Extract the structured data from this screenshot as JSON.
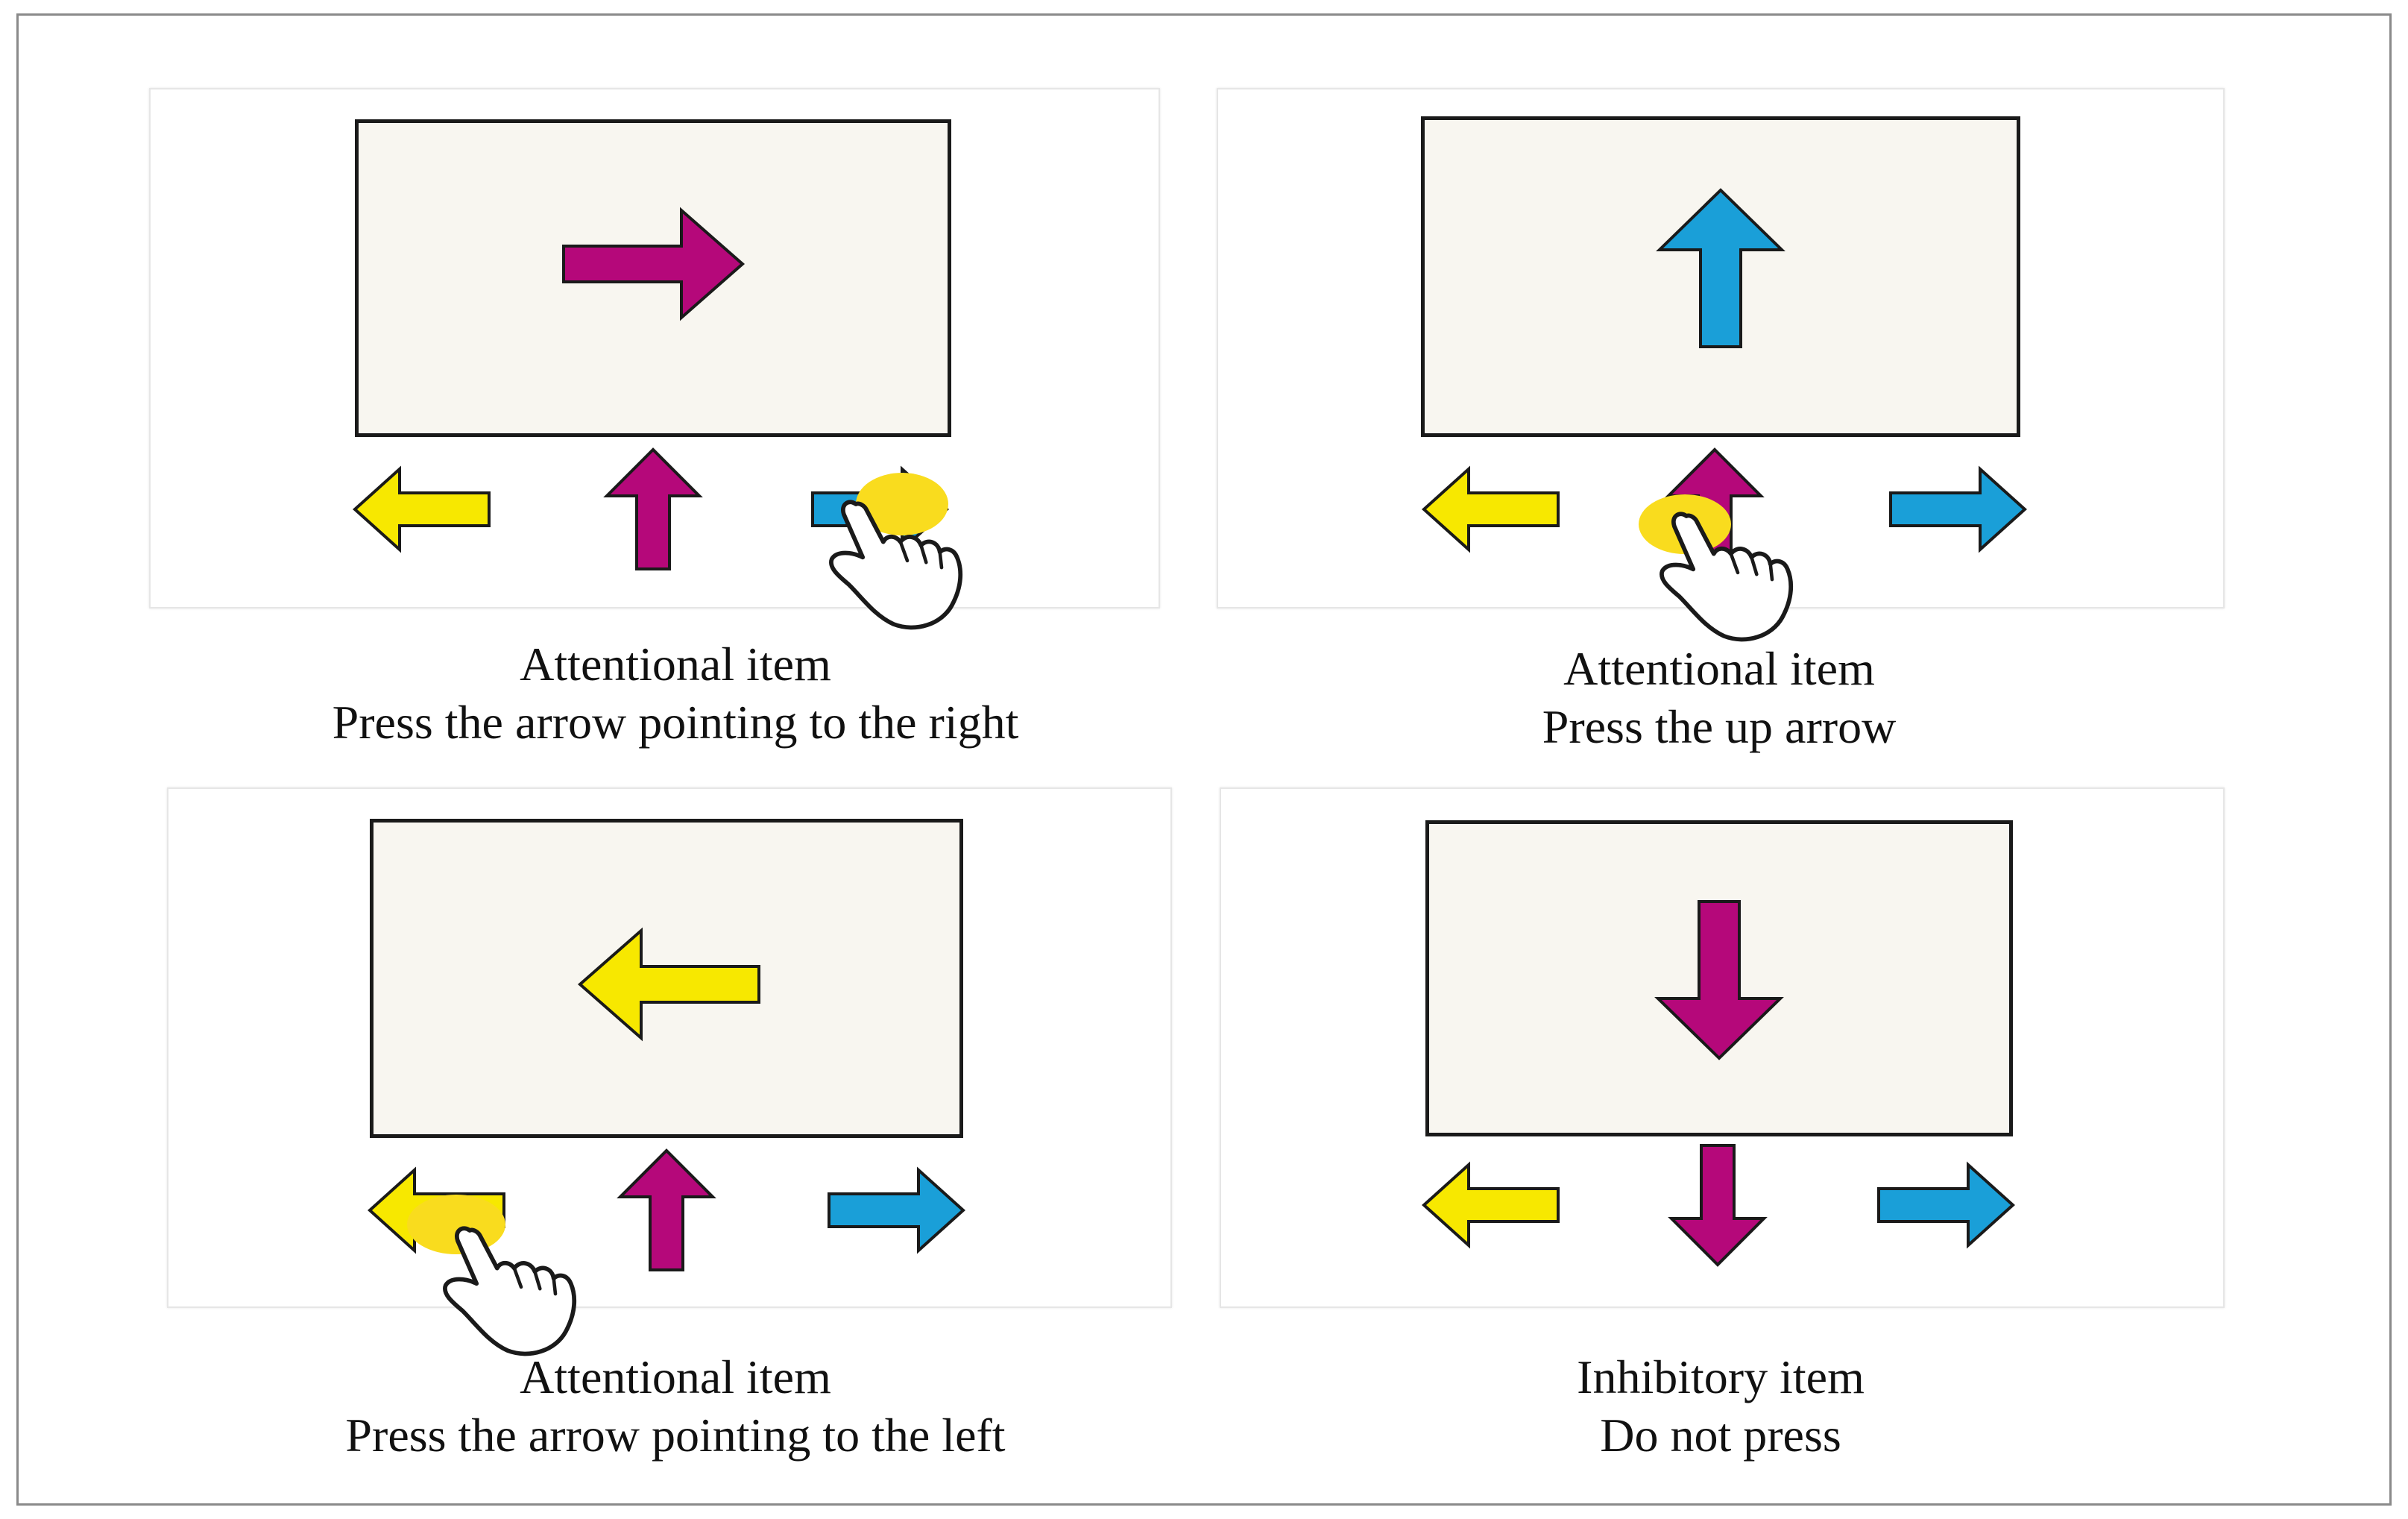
{
  "colors": {
    "magenta": "#b5087a",
    "blue": "#1a9fd8",
    "yellow": "#f7e800",
    "highlight": "#f9dc1e",
    "screen_bg": "#f8f6f0",
    "outline": "#1a1a1a"
  },
  "panels": [
    {
      "id": "right",
      "title": "Attentional item",
      "instruction": "Press the arrow pointing to the right",
      "stimulus": {
        "direction": "right",
        "color": "magenta"
      },
      "response_buttons": [
        {
          "direction": "left",
          "color": "yellow"
        },
        {
          "direction": "up",
          "color": "magenta"
        },
        {
          "direction": "right",
          "color": "blue"
        }
      ],
      "pressed_button": "right",
      "icon": "pointing-hand-icon"
    },
    {
      "id": "up",
      "title": "Attentional item",
      "instruction": "Press the up arrow",
      "stimulus": {
        "direction": "up",
        "color": "blue"
      },
      "response_buttons": [
        {
          "direction": "left",
          "color": "yellow"
        },
        {
          "direction": "up",
          "color": "magenta"
        },
        {
          "direction": "right",
          "color": "blue"
        }
      ],
      "pressed_button": "up",
      "icon": "pointing-hand-icon"
    },
    {
      "id": "left",
      "title": "Attentional item",
      "instruction": "Press the arrow pointing to the left",
      "stimulus": {
        "direction": "left",
        "color": "yellow"
      },
      "response_buttons": [
        {
          "direction": "left",
          "color": "yellow"
        },
        {
          "direction": "up",
          "color": "magenta"
        },
        {
          "direction": "right",
          "color": "blue"
        }
      ],
      "pressed_button": "left",
      "icon": "pointing-hand-icon"
    },
    {
      "id": "down",
      "title": "Inhibitory item",
      "instruction": "Do not press",
      "stimulus": {
        "direction": "down",
        "color": "magenta"
      },
      "response_buttons": [
        {
          "direction": "left",
          "color": "yellow"
        },
        {
          "direction": "down",
          "color": "magenta"
        },
        {
          "direction": "right",
          "color": "blue"
        }
      ],
      "pressed_button": null
    }
  ]
}
